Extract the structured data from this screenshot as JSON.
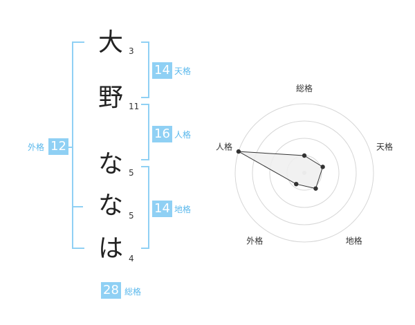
{
  "name": {
    "characters": [
      {
        "char": "大",
        "strokes": "3"
      },
      {
        "char": "野",
        "strokes": "11"
      },
      {
        "char": "な",
        "strokes": "5"
      },
      {
        "char": "な",
        "strokes": "5"
      },
      {
        "char": "は",
        "strokes": "4"
      }
    ]
  },
  "fortune": {
    "tenkaku": {
      "value": "14",
      "label": "天格"
    },
    "jinkaku": {
      "value": "16",
      "label": "人格"
    },
    "chikaku": {
      "value": "14",
      "label": "地格"
    },
    "gaikaku": {
      "value": "12",
      "label": "外格"
    },
    "soukaku": {
      "value": "28",
      "label": "総格"
    }
  },
  "colors": {
    "accent": "#8fd0f4",
    "accent_text": "#5ab8ec",
    "grid": "#d6d6d6",
    "polygon_fill": "#eeeeee",
    "polygon_stroke": "#333333"
  },
  "chart_data": {
    "type": "radar",
    "axes": [
      "総格",
      "天格",
      "地格",
      "外格",
      "人格"
    ],
    "values": [
      0.25,
      0.28,
      0.28,
      0.2,
      1.0
    ],
    "grid_levels": 4
  }
}
